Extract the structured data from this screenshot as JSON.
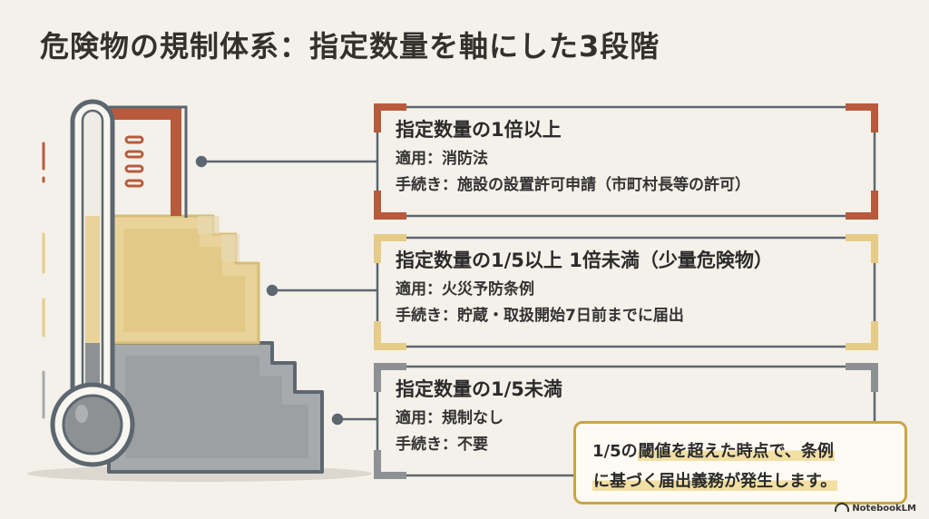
{
  "title": "危険物の規制体系：指定数量を軸にした3段階",
  "tiers": [
    {
      "heading": "指定数量の1倍以上",
      "law": "適用：消防法",
      "procedure": "手続き：施設の設置許可申請（市町村長等の許可）",
      "color": "#b85b3c"
    },
    {
      "heading": "指定数量の1/5以上 1倍未満（少量危険物）",
      "law": "適用：火災予防条例",
      "procedure": "手続き：貯蔵・取扱開始7日前までに届出",
      "color": "#e6cc88"
    },
    {
      "heading": "指定数量の1/5未満",
      "law": "適用：規制なし",
      "procedure": "手続き：不要",
      "color": "#8e9194"
    }
  ],
  "note": {
    "prefix": "1/5の",
    "highlight1": "閾値を超えた時点で、条例",
    "line2_highlight": "に基づく届出義務が発生します。"
  },
  "brand": "NotebookLM",
  "colors": {
    "background": "#f4f1ea",
    "frame": "#5d6770",
    "accent_gold": "#c9a543"
  }
}
